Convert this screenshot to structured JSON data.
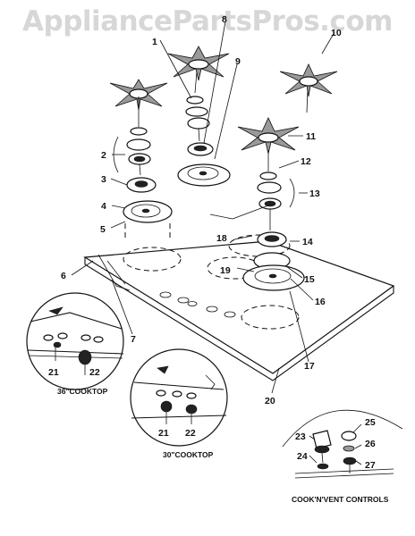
{
  "watermark": "AppliancePartsPros.com",
  "captions": {
    "cooktop_36": "36\"COOKTOP",
    "cooktop_30": "30\"COOKTOP",
    "controls": "COOK'N'VENT CONTROLS"
  },
  "callouts": {
    "n1": "1",
    "n2": "2",
    "n3": "3",
    "n4": "4",
    "n5": "5",
    "n6": "6",
    "n7": "7",
    "n8": "8",
    "n9": "9",
    "n10": "10",
    "n11": "11",
    "n12": "12",
    "n13": "13",
    "n14": "14",
    "n15": "15",
    "n16": "16",
    "n17": "17",
    "n18": "18",
    "n19": "19",
    "n20": "20",
    "n21a": "21",
    "n22a": "22",
    "n21b": "21",
    "n22b": "22",
    "n23": "23",
    "n24": "24",
    "n25": "25",
    "n26": "26",
    "n27": "27"
  }
}
